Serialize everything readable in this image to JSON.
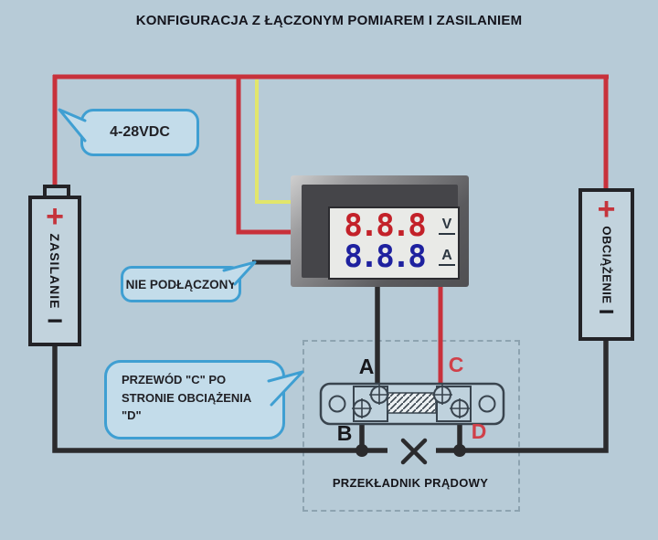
{
  "title": "KONFIGURACJA Z ŁĄCZONYM POMIAREM I ZASILANIEM",
  "bubbles": {
    "supply": {
      "text": "4-28VDC"
    },
    "not_connected": {
      "text": "NIE PODŁĄCZONY"
    },
    "wire_note": {
      "line1": "PRZEWÓD \"C\" PO",
      "line2": "STRONIE  OBCIĄŻENIA",
      "line3": "\"D\""
    }
  },
  "source": {
    "label": "ZASILANIE",
    "plus": "+",
    "minus": "−"
  },
  "load": {
    "label": "OBCIĄŻENIE",
    "plus": "+",
    "minus": "−"
  },
  "meter": {
    "volts_value": "8.8.8",
    "volts_unit": "V",
    "amps_value": "8.8.8",
    "amps_unit": "A"
  },
  "shunt": {
    "terminal_a": "A",
    "terminal_b": "B",
    "terminal_c": "C",
    "terminal_d": "D",
    "caption": "PRZEKŁADNIK PRĄDOWY"
  },
  "colors": {
    "background": "#b7cbd7",
    "wire_red": "#c8313b",
    "wire_yellow": "#e2e66c",
    "wire_black": "#2b2b2d",
    "bubble_border": "#3f9fd2",
    "bubble_fill": "#c3dcea",
    "digit_red": "#c32129",
    "digit_blue": "#1e219f"
  }
}
